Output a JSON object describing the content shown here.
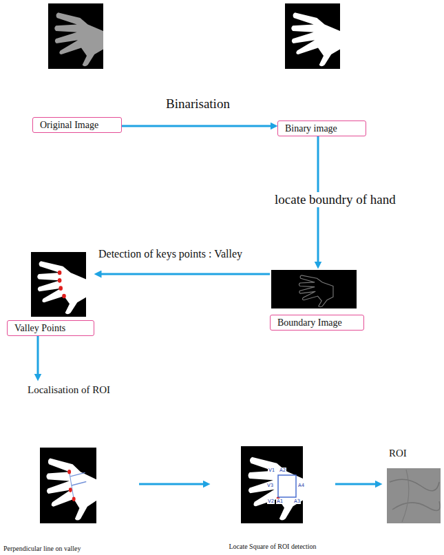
{
  "diagram": {
    "nodes": [
      {
        "text": [
          "Original Image"
        ]
      },
      {
        "text": [
          "Binary image"
        ]
      },
      {
        "text": [
          "Boundary Image"
        ]
      },
      {
        "text": [
          "Valley Points"
        ]
      },
      {
        "text": [
          "Localisation of ROI",
          "Perpendicular line on valley"
        ]
      },
      {
        "text": [
          "Locate Square of ROI detection"
        ]
      },
      {
        "text": [
          "ROI"
        ]
      }
    ],
    "edges": [
      {
        "from": 0,
        "to": 1,
        "arrow": "to",
        "label": "Binarisation"
      },
      {
        "from": 1,
        "to": 2,
        "arrow": "to",
        "label": "locate boundry of hand"
      },
      {
        "from": 2,
        "to": 3,
        "arrow": "to",
        "label": "Detection of keys points : Valley"
      },
      {
        "from": 3,
        "to": 4,
        "arrow": "to"
      },
      {
        "from": 4,
        "to": 5,
        "arrow": "to"
      },
      {
        "from": 5,
        "to": 6,
        "arrow": "to"
      }
    ],
    "labels": [
      "V1",
      "A2",
      "V3",
      "A4",
      "V2",
      "A1",
      "A3"
    ]
  }
}
